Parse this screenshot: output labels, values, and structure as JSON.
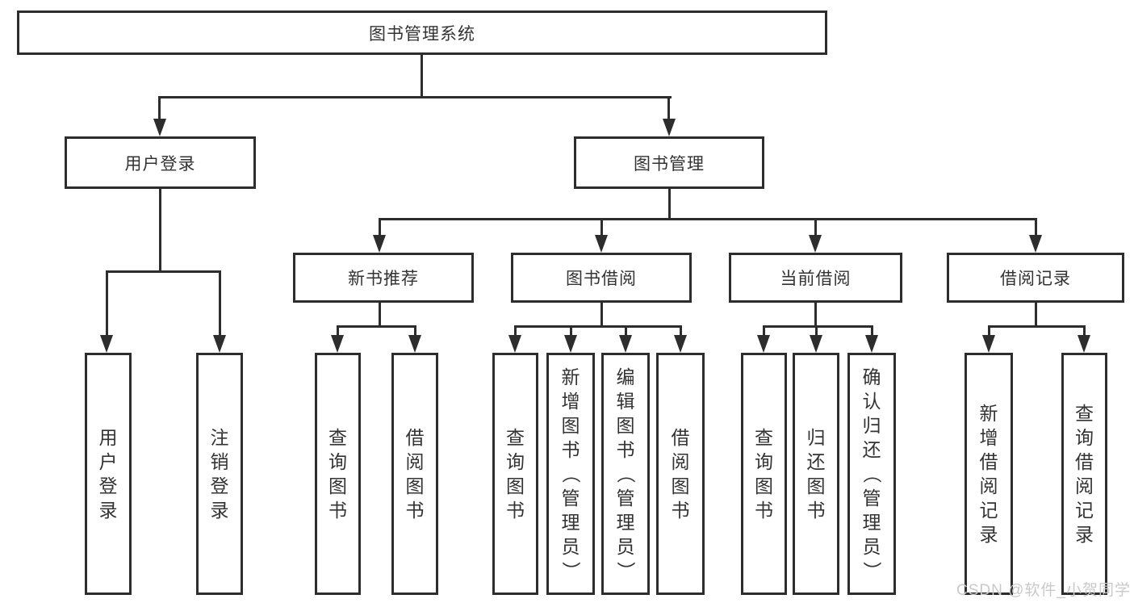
{
  "diagram": {
    "root": "图书管理系统",
    "branches": {
      "login": "用户登录",
      "management": "图书管理"
    },
    "modules": [
      "新书推荐",
      "图书借阅",
      "当前借阅",
      "借阅记录"
    ],
    "leaves": {
      "login": [
        "用户登录",
        "注销登录"
      ],
      "recommend": [
        "查询图书",
        "借阅图书"
      ],
      "borrow": [
        "查询图书",
        "新增图书（管理员）",
        "编辑图书（管理员）",
        "借阅图书"
      ],
      "current": [
        "查询图书",
        "归还图书",
        "确认归还（管理员）"
      ],
      "records": [
        "新增借阅记录",
        "查询借阅记录"
      ]
    }
  },
  "watermark": "CSDN @软件_小贺同学",
  "colors": {
    "line": "#2d2d2d",
    "text": "#333333",
    "watermark": "#c9c9c9",
    "background": "#ffffff"
  }
}
